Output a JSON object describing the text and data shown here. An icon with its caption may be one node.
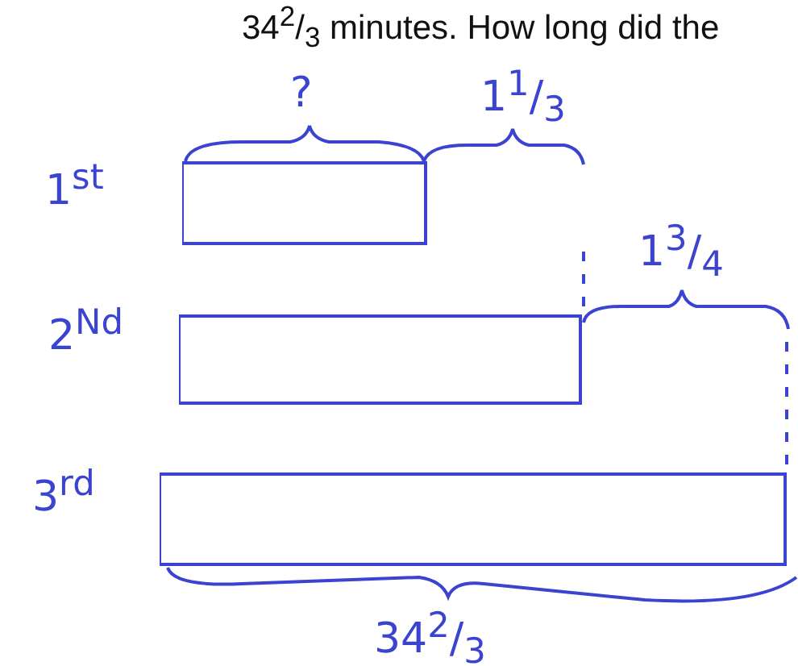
{
  "diagram": {
    "nodes": [
      {
        "text": [],
        "shape": "bar"
      },
      {
        "text": [],
        "shape": "bar"
      },
      {
        "text": [],
        "shape": "bar"
      }
    ],
    "labels": [
      "34$^{2}$/$_{3}$ minutes.  How long did the",
      "?",
      "1$^{1}$/$_{3}$",
      "1$^{st}$",
      "1$^{3}$/$_{4}$",
      "2$^{Nd}$",
      "3$^{rd}$",
      "34$^{2}$/$_{3}$"
    ]
  }
}
